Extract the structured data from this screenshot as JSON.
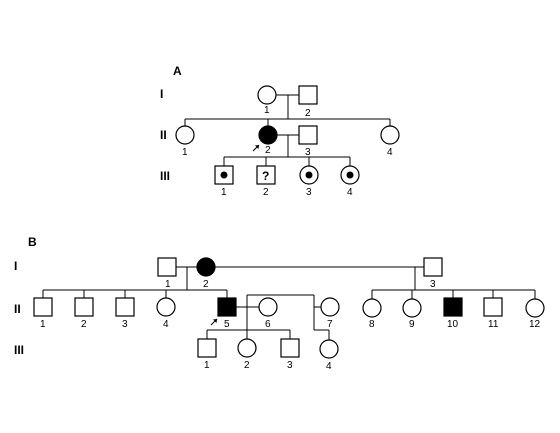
{
  "colors": {
    "ink": "#000000",
    "background": "#ffffff"
  },
  "pedigree_a": {
    "panel_label": "A",
    "generations": [
      "I",
      "II",
      "III"
    ],
    "individuals": [
      {
        "id": "1",
        "gen": "I",
        "sex": "female",
        "status": "unaffected"
      },
      {
        "id": "2",
        "gen": "I",
        "sex": "male",
        "status": "unaffected"
      },
      {
        "id": "1",
        "gen": "II",
        "sex": "female",
        "status": "unaffected"
      },
      {
        "id": "2",
        "gen": "II",
        "sex": "female",
        "status": "affected",
        "proband": true
      },
      {
        "id": "3",
        "gen": "II",
        "sex": "male",
        "status": "unaffected"
      },
      {
        "id": "4",
        "gen": "II",
        "sex": "female",
        "status": "unaffected"
      },
      {
        "id": "1",
        "gen": "III",
        "sex": "male",
        "status": "carrier"
      },
      {
        "id": "2",
        "gen": "III",
        "sex": "male",
        "status": "unknown",
        "mark": "?"
      },
      {
        "id": "3",
        "gen": "III",
        "sex": "female",
        "status": "carrier"
      },
      {
        "id": "4",
        "gen": "III",
        "sex": "female",
        "status": "carrier"
      }
    ]
  },
  "pedigree_b": {
    "panel_label": "B",
    "generations": [
      "I",
      "II",
      "III"
    ],
    "individuals": [
      {
        "id": "1",
        "gen": "I",
        "sex": "male",
        "status": "unaffected"
      },
      {
        "id": "2",
        "gen": "I",
        "sex": "female",
        "status": "affected"
      },
      {
        "id": "3",
        "gen": "I",
        "sex": "male",
        "status": "unaffected"
      },
      {
        "id": "1",
        "gen": "II",
        "sex": "male",
        "status": "unaffected"
      },
      {
        "id": "2",
        "gen": "II",
        "sex": "male",
        "status": "unaffected"
      },
      {
        "id": "3",
        "gen": "II",
        "sex": "male",
        "status": "unaffected"
      },
      {
        "id": "4",
        "gen": "II",
        "sex": "female",
        "status": "unaffected"
      },
      {
        "id": "5",
        "gen": "II",
        "sex": "male",
        "status": "affected",
        "proband": true
      },
      {
        "id": "6",
        "gen": "II",
        "sex": "female",
        "status": "unaffected"
      },
      {
        "id": "7",
        "gen": "II",
        "sex": "female",
        "status": "unaffected"
      },
      {
        "id": "8",
        "gen": "II",
        "sex": "female",
        "status": "unaffected"
      },
      {
        "id": "9",
        "gen": "II",
        "sex": "female",
        "status": "unaffected"
      },
      {
        "id": "10",
        "gen": "II",
        "sex": "male",
        "status": "affected"
      },
      {
        "id": "11",
        "gen": "II",
        "sex": "male",
        "status": "unaffected"
      },
      {
        "id": "12",
        "gen": "II",
        "sex": "female",
        "status": "unaffected"
      },
      {
        "id": "1",
        "gen": "III",
        "sex": "male",
        "status": "unaffected"
      },
      {
        "id": "2",
        "gen": "III",
        "sex": "female",
        "status": "unaffected"
      },
      {
        "id": "3",
        "gen": "III",
        "sex": "male",
        "status": "unaffected"
      },
      {
        "id": "4",
        "gen": "III",
        "sex": "female",
        "status": "unaffected"
      }
    ]
  }
}
